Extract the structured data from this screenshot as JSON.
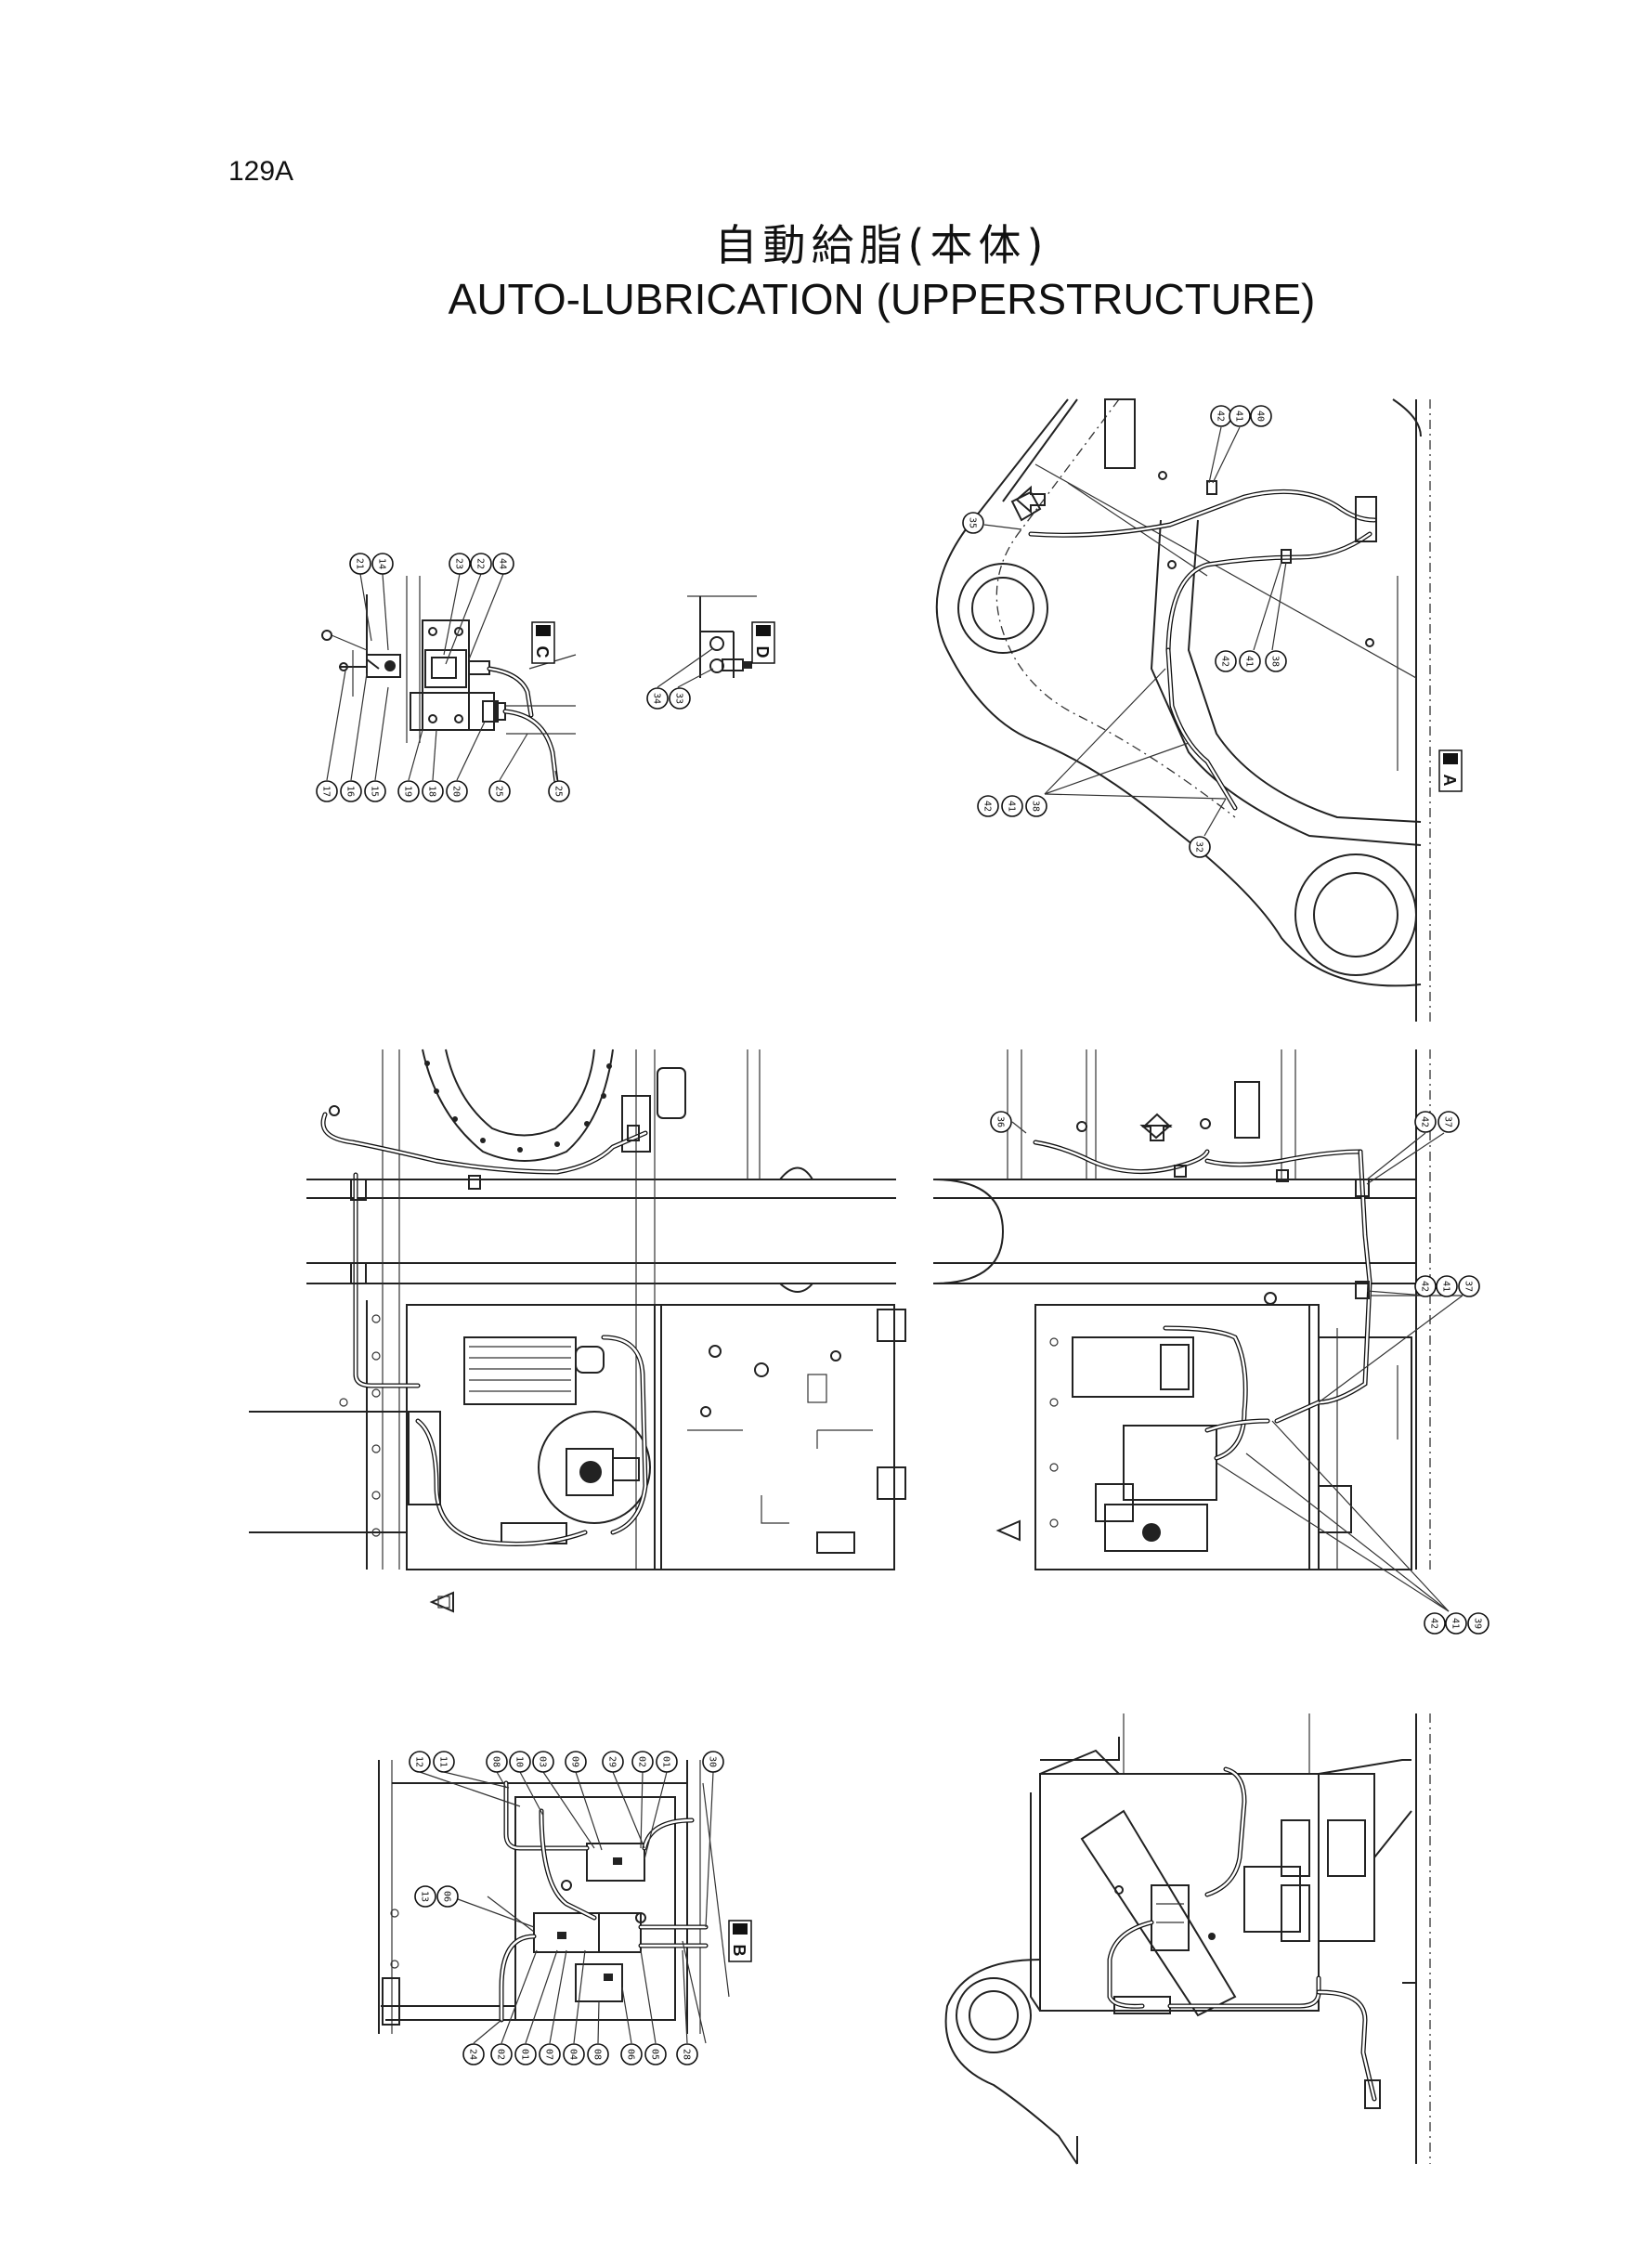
{
  "page": {
    "number": "129A",
    "title_jp": "自動給脂(本体)",
    "title_en": "AUTO-LUBRICATION (UPPERSTRUCTURE)"
  },
  "callouts": {
    "detail_c": [
      "21",
      "14",
      "23",
      "22",
      "44",
      "17",
      "16",
      "15",
      "19",
      "18",
      "20",
      "25",
      "25"
    ],
    "detail_d": [
      "34",
      "33"
    ],
    "view_a": [
      "42",
      "41",
      "40",
      "35",
      "42",
      "41",
      "38",
      "42",
      "41",
      "38",
      "32"
    ],
    "main_right": [
      "36",
      "42",
      "37",
      "42",
      "41",
      "37",
      "42",
      "41",
      "39"
    ],
    "detail_b": [
      "12",
      "11",
      "08",
      "10",
      "03",
      "09",
      "29",
      "02",
      "01",
      "30",
      "13",
      "06",
      "24",
      "02",
      "01",
      "07",
      "04",
      "08",
      "06",
      "05",
      "28"
    ]
  },
  "section_tags": {
    "view_a_letter": "A",
    "detail_b_letter": "B",
    "detail_c_letter": "C",
    "detail_d_letter": "D"
  }
}
